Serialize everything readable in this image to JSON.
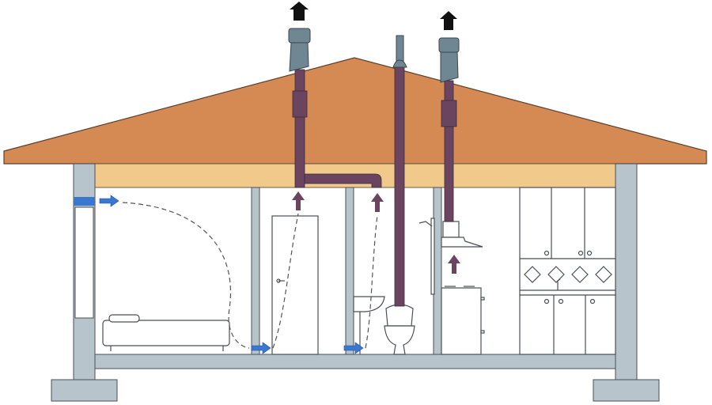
{
  "diagram": {
    "colors": {
      "roof": "#d48a52",
      "attic": "#f1c98a",
      "structure": "#b8c4cc",
      "pipe": "#6b4560",
      "vent_cap": "#6f8793",
      "supply_arrow": "#3a78d0",
      "exhaust_arrow": "#111111",
      "outline": "#4a4f55"
    },
    "elements": [
      "roof",
      "attic",
      "walls",
      "floor-slab",
      "bedroom",
      "bathroom",
      "toilet",
      "kitchen",
      "extract-ducts",
      "roof-vents",
      "airflow-paths"
    ]
  }
}
